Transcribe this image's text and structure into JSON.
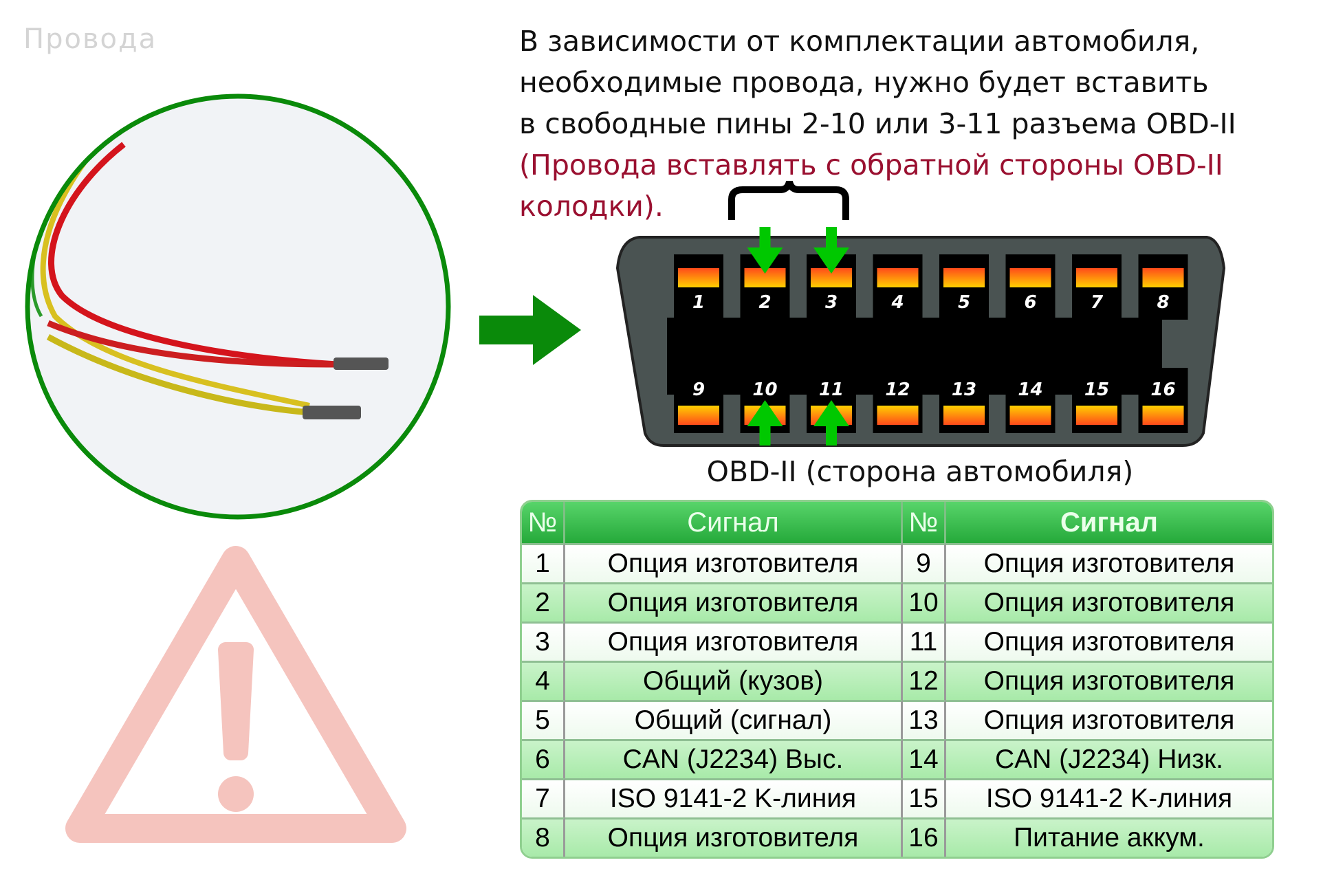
{
  "title": "Провода",
  "description": {
    "lines": [
      "В зависимости от комплектации автомобиля,",
      "необходимые провода, нужно будет вставить",
      "в свободные пины 2-10 или 3-11 разъема OBD-II"
    ],
    "note": "(Провода вставлять с обратной стороны OBD-II колодки)."
  },
  "connector": {
    "caption": "OBD-II (сторона автомобиля)",
    "top_pins": [
      "1",
      "2",
      "3",
      "4",
      "5",
      "6",
      "7",
      "8"
    ],
    "bottom_pins": [
      "9",
      "10",
      "11",
      "12",
      "13",
      "14",
      "15",
      "16"
    ],
    "highlighted_pins": [
      "2",
      "3",
      "10",
      "11"
    ]
  },
  "table": {
    "headers": [
      "№",
      "Сигнал",
      "№",
      "Сигнал"
    ],
    "rows": [
      [
        "1",
        "Опция изготовителя",
        "9",
        "Опция изготовителя"
      ],
      [
        "2",
        "Опция изготовителя",
        "10",
        "Опция изготовителя"
      ],
      [
        "3",
        "Опция изготовителя",
        "11",
        "Опция изготовителя"
      ],
      [
        "4",
        "Общий (кузов)",
        "12",
        "Опция изготовителя"
      ],
      [
        "5",
        "Общий (сигнал)",
        "13",
        "Опция изготовителя"
      ],
      [
        "6",
        "CAN (J2234) Выс.",
        "14",
        "CAN (J2234) Низк."
      ],
      [
        "7",
        "ISO 9141-2 K-линия",
        "15",
        "ISO 9141-2 K-линия"
      ],
      [
        "8",
        "Опция изготовителя",
        "16",
        "Питание аккум."
      ]
    ]
  },
  "colors": {
    "green": "#0a8a0a",
    "arrow": "#00c800",
    "note": "#9a1030",
    "warning": "#f5c4be"
  }
}
